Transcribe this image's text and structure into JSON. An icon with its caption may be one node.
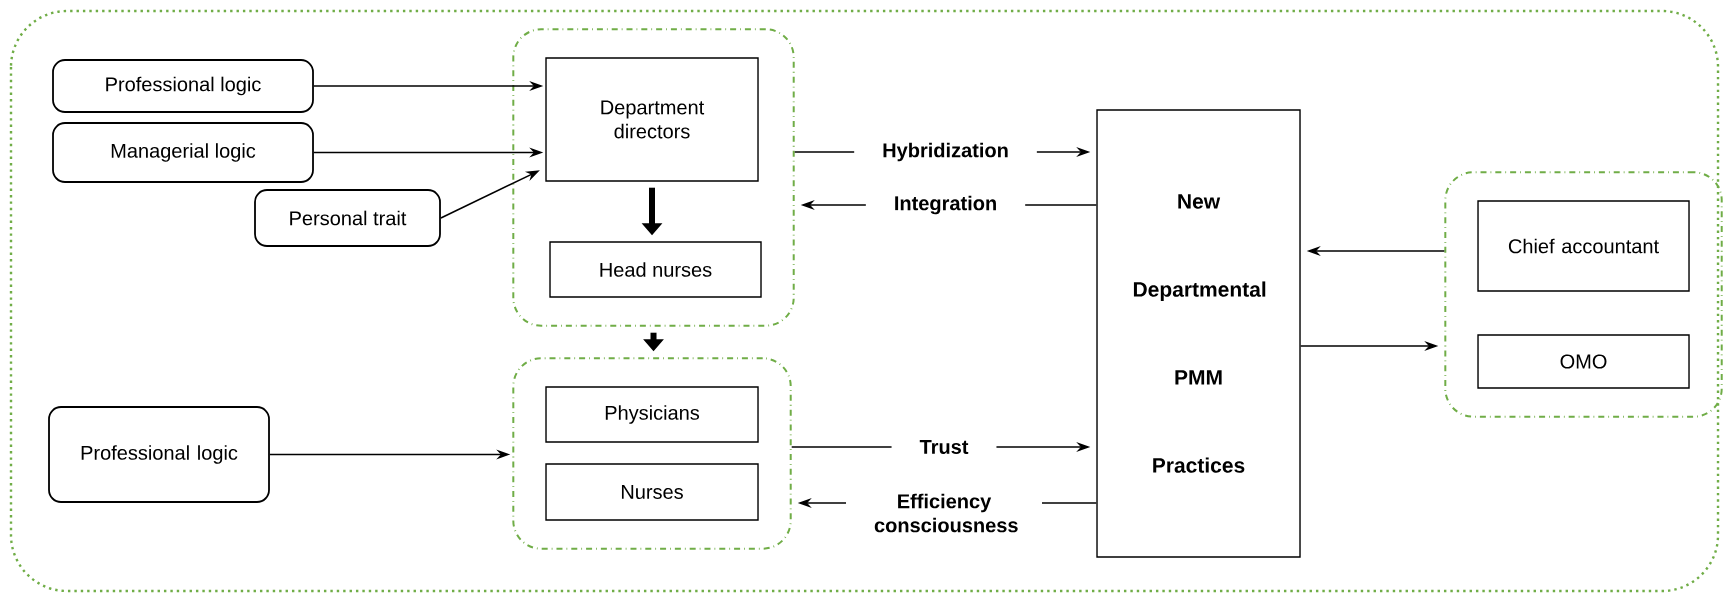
{
  "diagram": {
    "nodes": [
      {
        "text": [
          "Professional logic"
        ]
      },
      {
        "text": [
          "Managerial logic"
        ]
      },
      {
        "text": [
          "Personal trait"
        ]
      },
      {
        "text": [],
        "shape": "box"
      },
      {
        "text": [
          "Department directors"
        ],
        "in": 3
      },
      {
        "text": [
          "Head nurses"
        ],
        "in": 3
      },
      {
        "text": [
          "Professional logic"
        ]
      },
      {
        "text": [],
        "shape": "box"
      },
      {
        "text": [
          "Physicians"
        ],
        "in": 7
      },
      {
        "text": [
          "Nurses"
        ],
        "in": 7
      },
      {
        "text": [
          "New Departmental PMM Practices"
        ]
      },
      {
        "text": [],
        "shape": "box"
      },
      {
        "text": [
          "Chief accountant"
        ],
        "in": 11
      },
      {
        "text": [
          "OMO"
        ],
        "in": 11
      }
    ],
    "edges": [
      {
        "from": 0,
        "to": 4,
        "arrow": "to"
      },
      {
        "from": 1,
        "to": 4,
        "arrow": "to"
      },
      {
        "from": 2,
        "to": 4,
        "arrow": "to"
      },
      {
        "from": 4,
        "to": 5,
        "arrow": "to",
        "style": "thick"
      },
      {
        "from": 3,
        "to": 7,
        "arrow": "to",
        "style": "thick"
      },
      {
        "from": 6,
        "to": 7,
        "arrow": "to"
      },
      {
        "from": 3,
        "to": 10,
        "arrow": "to",
        "label": "Hybridization"
      },
      {
        "from": 10,
        "to": 3,
        "arrow": "to",
        "label": "Integration"
      },
      {
        "from": 7,
        "to": 10,
        "arrow": "to",
        "label": "Trust"
      },
      {
        "from": 10,
        "to": 7,
        "arrow": "to",
        "label": "Efficiency consciousness"
      },
      {
        "from": 11,
        "to": 10,
        "arrow": "to"
      },
      {
        "from": 10,
        "to": 11,
        "arrow": "to"
      }
    ]
  }
}
